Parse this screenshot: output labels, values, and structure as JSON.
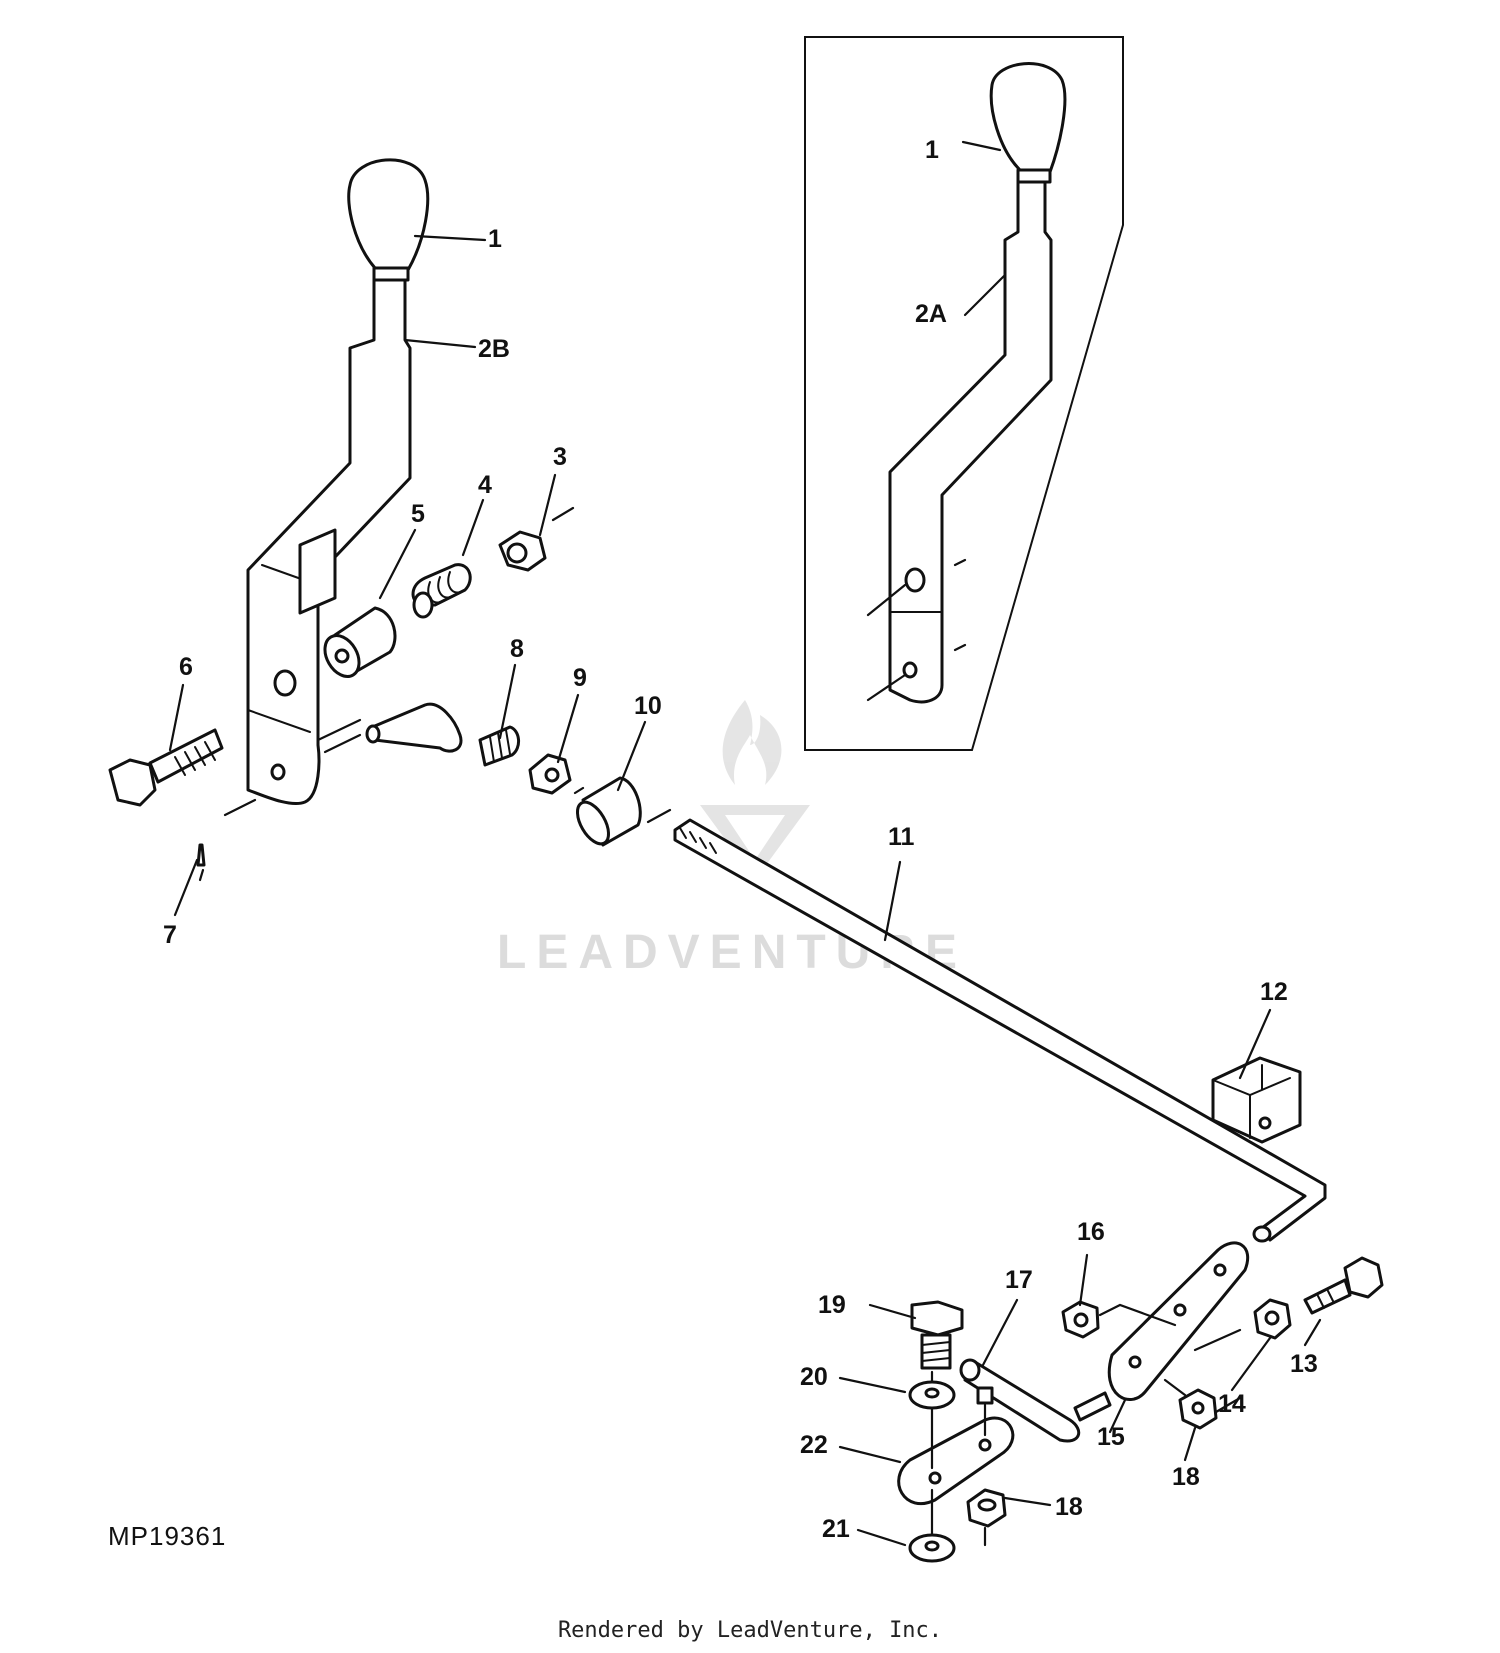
{
  "figure_id": "MP19361",
  "watermark": "LEADVENTURE",
  "footer": "Rendered by LeadVenture, Inc.",
  "callouts": {
    "c1a": "1",
    "c1b": "1",
    "c2A": "2A",
    "c2B": "2B",
    "c3": "3",
    "c4": "4",
    "c5": "5",
    "c6": "6",
    "c7": "7",
    "c8": "8",
    "c9": "9",
    "c10": "10",
    "c11": "11",
    "c12": "12",
    "c13": "13",
    "c14": "14",
    "c15": "15",
    "c16": "16",
    "c17": "17",
    "c18a": "18",
    "c18b": "18",
    "c19": "19",
    "c20": "20",
    "c21": "21",
    "c22": "22"
  }
}
